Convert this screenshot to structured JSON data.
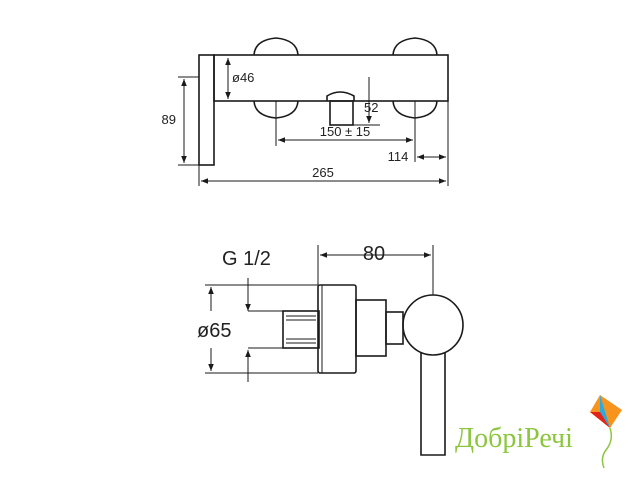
{
  "top_view": {
    "dim_diameter_46": "ø46",
    "dim_height_89": "89",
    "dim_52": "52",
    "dim_spacing": "150 ± 15",
    "dim_114": "114",
    "dim_width_265": "265"
  },
  "side_view": {
    "dim_thread": "G 1/2",
    "dim_depth_80": "80",
    "dim_diameter_65": "ø65"
  },
  "logo": {
    "text": "ДобріРечі",
    "colors": {
      "green": "#8cc63f",
      "orange": "#f7941d",
      "blue": "#29abe2",
      "red": "#e2231a"
    }
  }
}
